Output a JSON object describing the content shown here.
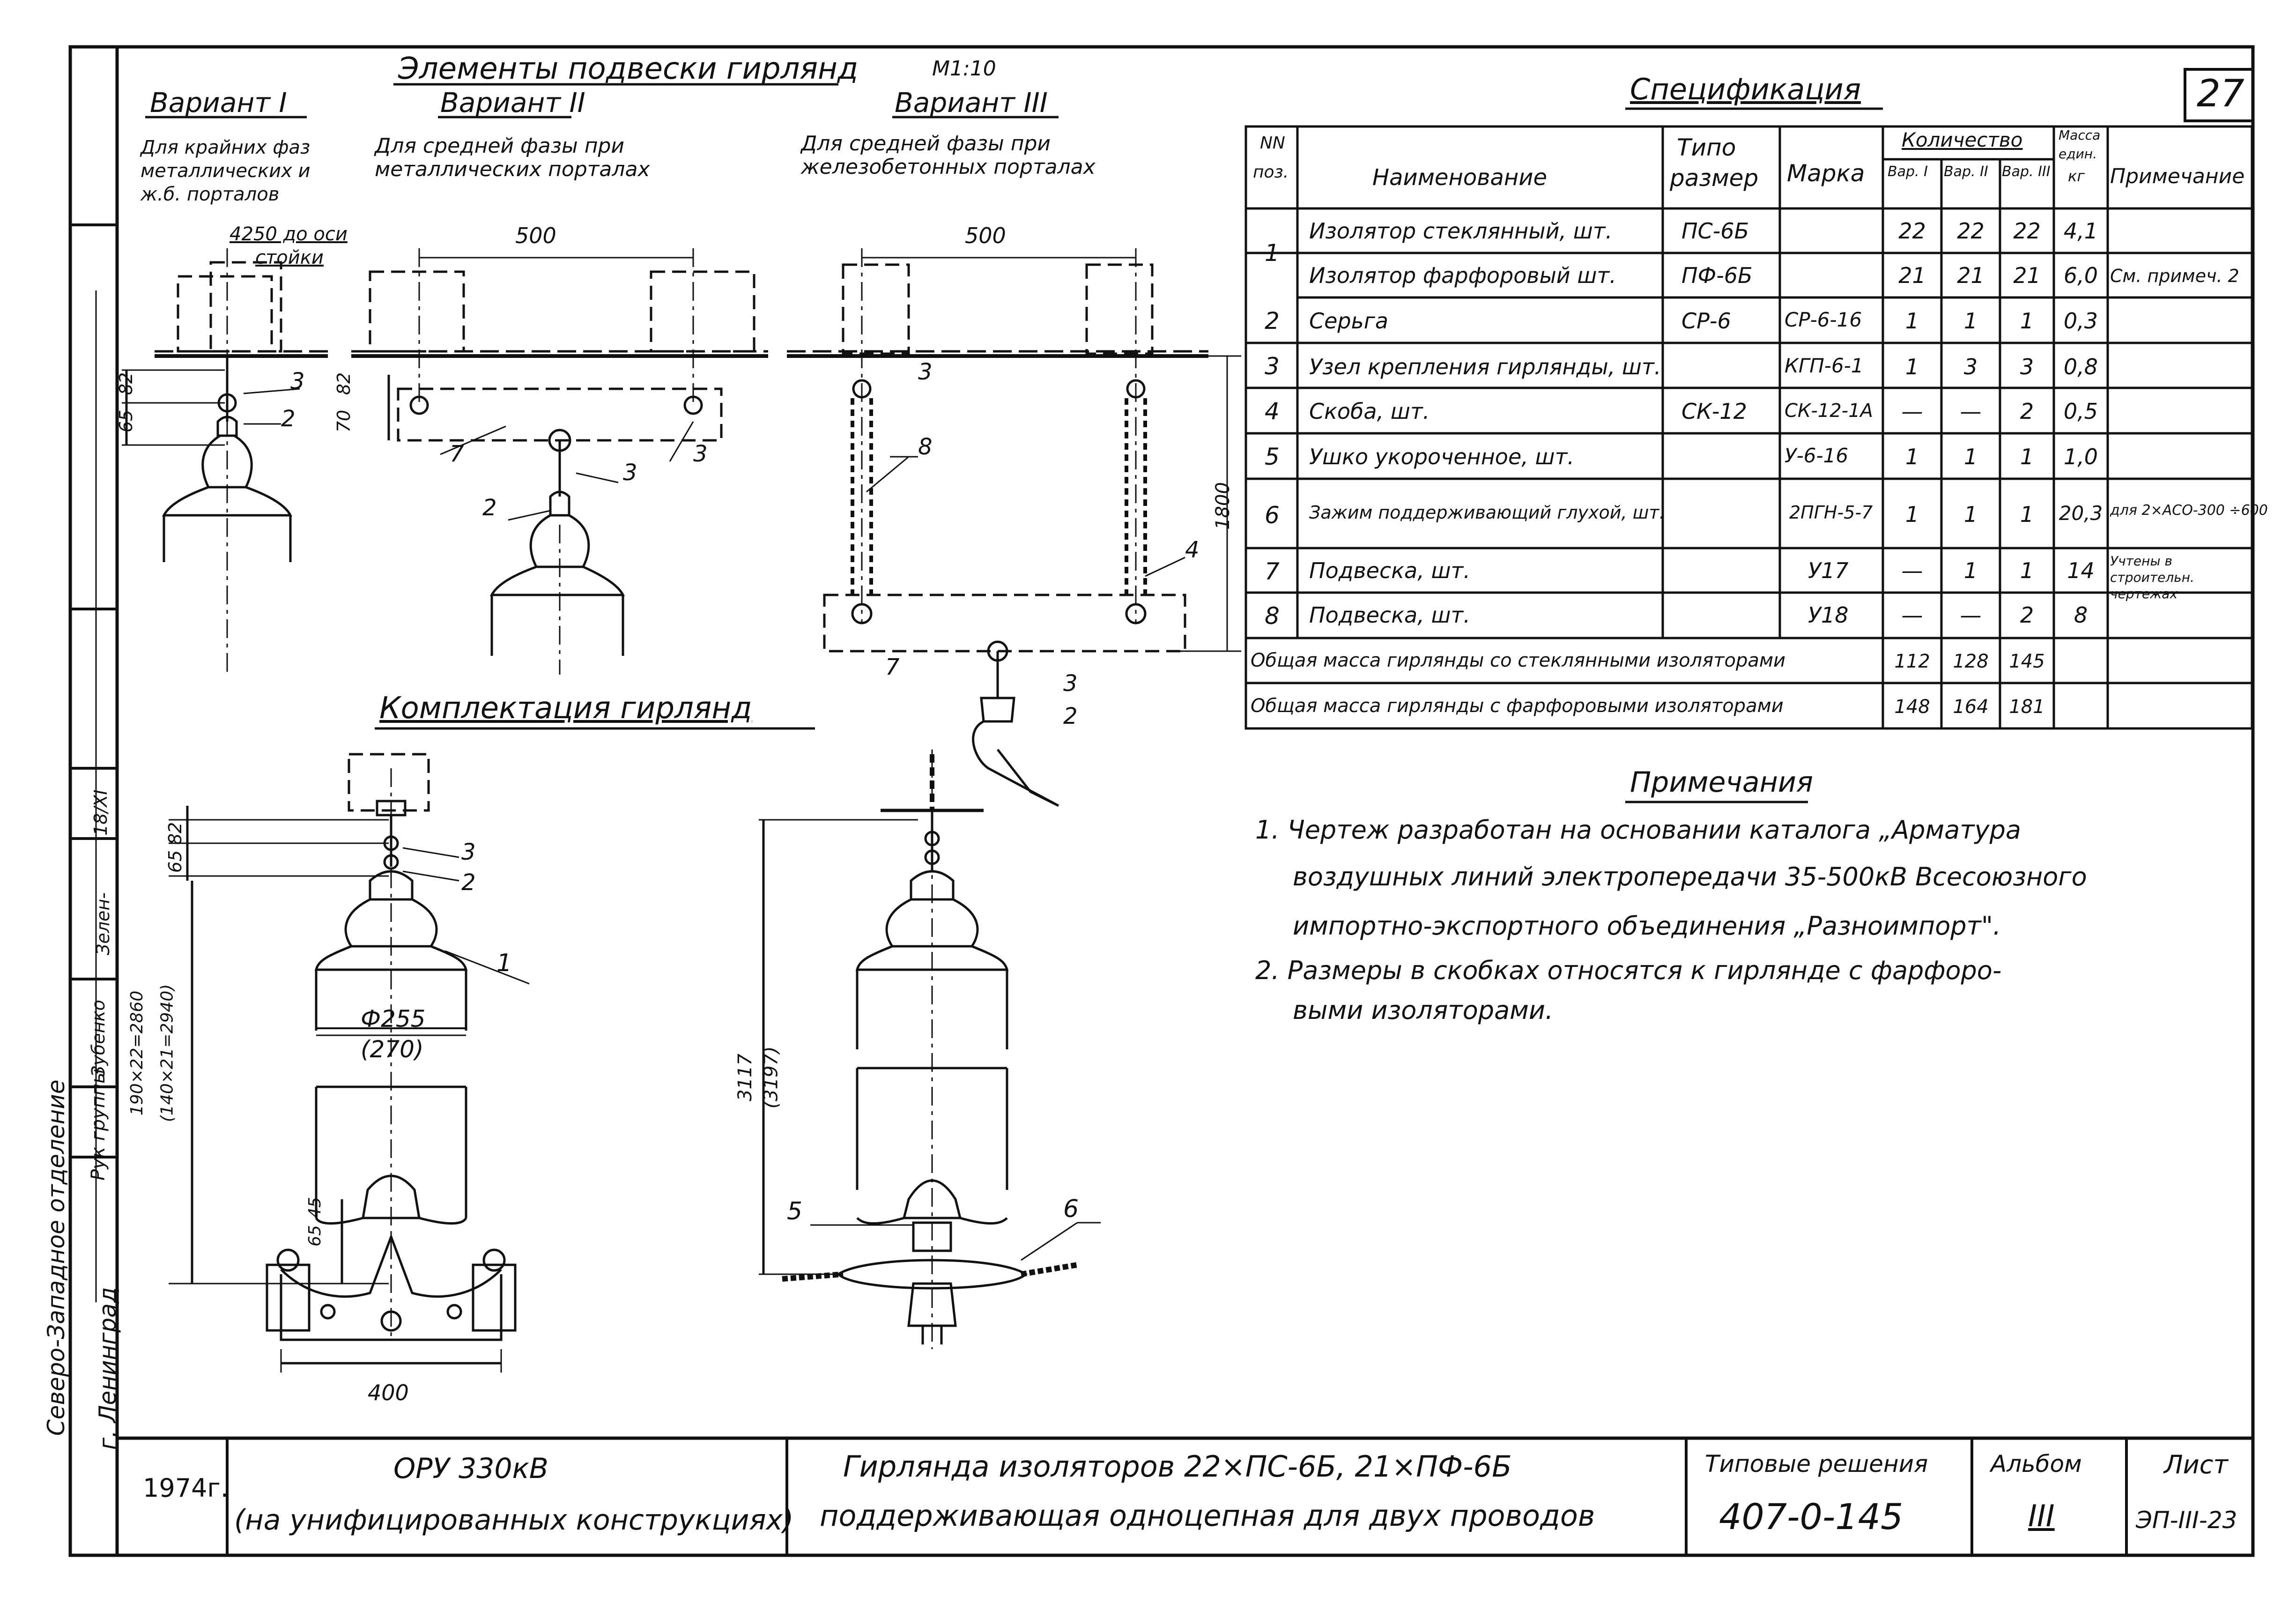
{
  "sheet_number": "27",
  "top_title": "Элементы подвески гирлянд",
  "scale": "М1:10",
  "variants": [
    {
      "title": "Вариант I",
      "desc": [
        "Для крайних фаз",
        "металлических и",
        "ж.б. порталов"
      ]
    },
    {
      "title": "Вариант II",
      "desc": [
        "Для средней фазы при",
        "металлических порталах"
      ]
    },
    {
      "title": "Вариант III",
      "desc": [
        "Для средней фазы при",
        "железобетонных порталах"
      ]
    }
  ],
  "dimensions": {
    "axis_note": [
      "4250 до оси",
      "стойки"
    ],
    "span_v2": "500",
    "span_v3": "500",
    "v1_vertical": [
      "65",
      "82"
    ],
    "v2_vertical": [
      "70",
      "82"
    ],
    "v3_height": "1800",
    "garland_a_vertical": [
      "65",
      "82"
    ],
    "garland_a_diameter": "Ф255",
    "garland_a_diameter_alt": "(270)",
    "garland_a_length": "190×22=2860",
    "garland_a_length_alt": "(140×21=2940)",
    "garland_a_clamp": [
      "65",
      "45"
    ],
    "garland_a_width": "400",
    "garland_b_length": "3117",
    "garland_b_length_alt": "(3197)"
  },
  "callouts": [
    "1",
    "2",
    "3",
    "4",
    "5",
    "6",
    "7",
    "8"
  ],
  "assembly_title": "Комплектация гирлянд",
  "spec": {
    "title": "Спецификация",
    "headers": {
      "pos": [
        "NN",
        "поз."
      ],
      "name": "Наименование",
      "type": [
        "Типо",
        "размер"
      ],
      "mark": "Марка",
      "qty": "Количество",
      "var": [
        "Вар. I",
        "Вар. II",
        "Вар. III"
      ],
      "mass": [
        "Масса",
        "един.",
        "кг"
      ],
      "note": "Примечание"
    },
    "rows": [
      {
        "pos": "1",
        "name": "Изолятор стеклянный, шт.",
        "type": "ПС-6Б",
        "mark": "",
        "q1": "22",
        "q2": "22",
        "q3": "22",
        "mass": "4,1",
        "note": ""
      },
      {
        "pos": "",
        "name": "Изолятор фарфоровый шт.",
        "type": "ПФ-6Б",
        "mark": "",
        "q1": "21",
        "q2": "21",
        "q3": "21",
        "mass": "6,0",
        "note": "См. примеч. 2"
      },
      {
        "pos": "2",
        "name": "Серьга",
        "type": "СР-6",
        "mark": "СР-6-16",
        "q1": "1",
        "q2": "1",
        "q3": "1",
        "mass": "0,3",
        "note": ""
      },
      {
        "pos": "3",
        "name": "Узел крепления гирлянды, шт.",
        "type": "",
        "mark": "КГП-6-1",
        "q1": "1",
        "q2": "3",
        "q3": "3",
        "mass": "0,8",
        "note": ""
      },
      {
        "pos": "4",
        "name": "Скоба, шт.",
        "type": "СК-12",
        "mark": "СК-12-1А",
        "q1": "—",
        "q2": "—",
        "q3": "2",
        "mass": "0,5",
        "note": ""
      },
      {
        "pos": "5",
        "name": "Ушко укороченное, шт.",
        "type": "",
        "mark": "У-6-16",
        "q1": "1",
        "q2": "1",
        "q3": "1",
        "mass": "1,0",
        "note": ""
      },
      {
        "pos": "6",
        "name": "Зажим поддерживающий глухой, шт.",
        "type": "",
        "mark": "2ПГН-5-7",
        "q1": "1",
        "q2": "1",
        "q3": "1",
        "mass": "20,3",
        "note": "для 2×АСО-300 ÷600"
      },
      {
        "pos": "7",
        "name": "Подвеска, шт.",
        "type": "",
        "mark": "У17",
        "q1": "—",
        "q2": "1",
        "q3": "1",
        "mass": "14",
        "note": "Учтены в строительн. чертежах"
      },
      {
        "pos": "8",
        "name": "Подвеска, шт.",
        "type": "",
        "mark": "У18",
        "q1": "—",
        "q2": "—",
        "q3": "2",
        "mass": "8",
        "note": ""
      }
    ],
    "totals": [
      {
        "label": "Общая масса гирлянды со стеклянными изоляторами",
        "q1": "112",
        "q2": "128",
        "q3": "145"
      },
      {
        "label": "Общая масса гирлянды с фарфоровыми изоляторами",
        "q1": "148",
        "q2": "164",
        "q3": "181"
      }
    ]
  },
  "notes": {
    "title": "Примечания",
    "lines": [
      "1. Чертеж разработан на основании каталога „Арматура",
      "воздушных линий электропередачи 35-500кВ Всесоюзного",
      "импортно-экспортного объединения „Разноимпорт\".",
      "2. Размеры в скобках относятся к гирлянде с фарфоро-",
      "выми изоляторами."
    ]
  },
  "stamp": {
    "year": "1974г.",
    "object_l1": "ОРУ 330кВ",
    "object_l2": "(на унифицированных конструкциях)",
    "title_l1": "Гирлянда изоляторов 22×ПС-6Б, 21×ПФ-6Б",
    "title_l2": "поддерживающая одноцепная для двух проводов",
    "typical_label": "Типовые решения",
    "typical_number": "407-0-145",
    "album_label": "Альбом",
    "album_number": "III",
    "sheet_label": "Лист",
    "sheet_code": "ЭП-III-23"
  },
  "side_strip": {
    "org": "Северо-Западное отделение",
    "city": "г. Ленинград",
    "group_head": "Рук группы",
    "sign1": "Зубенко",
    "sign2": "Зелен-",
    "date": "18/XI"
  }
}
